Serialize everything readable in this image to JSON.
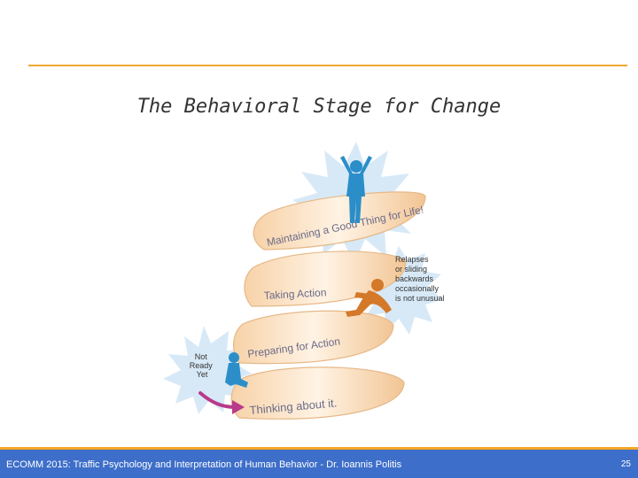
{
  "slide": {
    "title": "The Behavioral Stage for Change"
  },
  "diagram": {
    "stages": [
      {
        "label": "Maintaining a Good Thing for Life!"
      },
      {
        "label": "Taking Action"
      },
      {
        "label": "Preparing for Action"
      },
      {
        "label": "Thinking about it."
      }
    ],
    "relapse_note": [
      "Relapses",
      "or sliding",
      "backwards",
      "occasionally",
      "is not unusual"
    ],
    "not_ready": [
      "Not",
      "Ready",
      "Yet"
    ],
    "colors": {
      "ribbon": "#fbe7cf",
      "ribbon_edge": "#e6b888",
      "starburst": "#d7e9f7",
      "person_blue": "#2b8ec9",
      "person_orange": "#d4782a",
      "arrow": "#b83a8a"
    }
  },
  "footer": {
    "text": "ECOMM 2015: Traffic Psychology and Interpretation of Human Behavior  - Dr. Ioannis Politis",
    "page": "25",
    "colors": {
      "bar": "#3d6ec9",
      "accent": "#f5a623"
    }
  }
}
